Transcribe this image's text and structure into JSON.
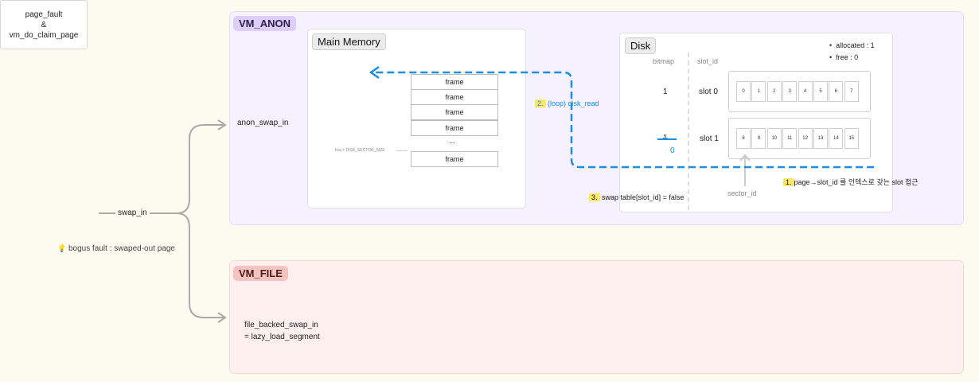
{
  "entry": {
    "box_lines": [
      "page_fault",
      "&",
      "vm_do_claim_page"
    ],
    "edge_label": "swap_in",
    "hint_icon": "lightbulb-icon",
    "hint": "bogus fault : swaped-out page"
  },
  "vm_anon": {
    "tag": "VM_ANON",
    "handler": "anon_swap_in",
    "main_memory": {
      "title": "Main Memory",
      "frames": [
        "frame",
        "frame",
        "frame",
        "frame"
      ],
      "ellipsis": "...",
      "last_frame": "frame",
      "kva_label": "kva + DISK_SECTOR_SIZE"
    },
    "disk": {
      "title": "Disk",
      "notes": [
        "allocated : 1",
        "free : 0"
      ],
      "col_bitmap": "bitmap",
      "col_slot": "slot_id",
      "slots": [
        {
          "bit": "1",
          "label": "slot 0",
          "sectors": [
            "0",
            "1",
            "2",
            "3",
            "4",
            "5",
            "6",
            "7"
          ]
        },
        {
          "bit_old": "1",
          "bit_new": "0",
          "label": "slot 1",
          "sectors": [
            "8",
            "9",
            "10",
            "11",
            "12",
            "13",
            "14",
            "15"
          ]
        }
      ],
      "sector_label": "sector_id"
    },
    "steps": {
      "step1_num": "1.",
      "step1_text": "page→slot_id 를 인덱스로 갖는 slot 접근",
      "step2_num": "2.",
      "step2_text": "(loop) disk_read",
      "step3_num": "3.",
      "step3_text": "swap table[slot_id] = false"
    }
  },
  "vm_file": {
    "tag": "VM_FILE",
    "line1": "file_backed_swap_in",
    "line2": "=  lazy_load_segment"
  },
  "colors": {
    "accent_blue": "#1a8ee0",
    "highlight": "#fbe76a",
    "anon_bg": "#f5f1fe",
    "file_bg": "#fdf0ef"
  }
}
